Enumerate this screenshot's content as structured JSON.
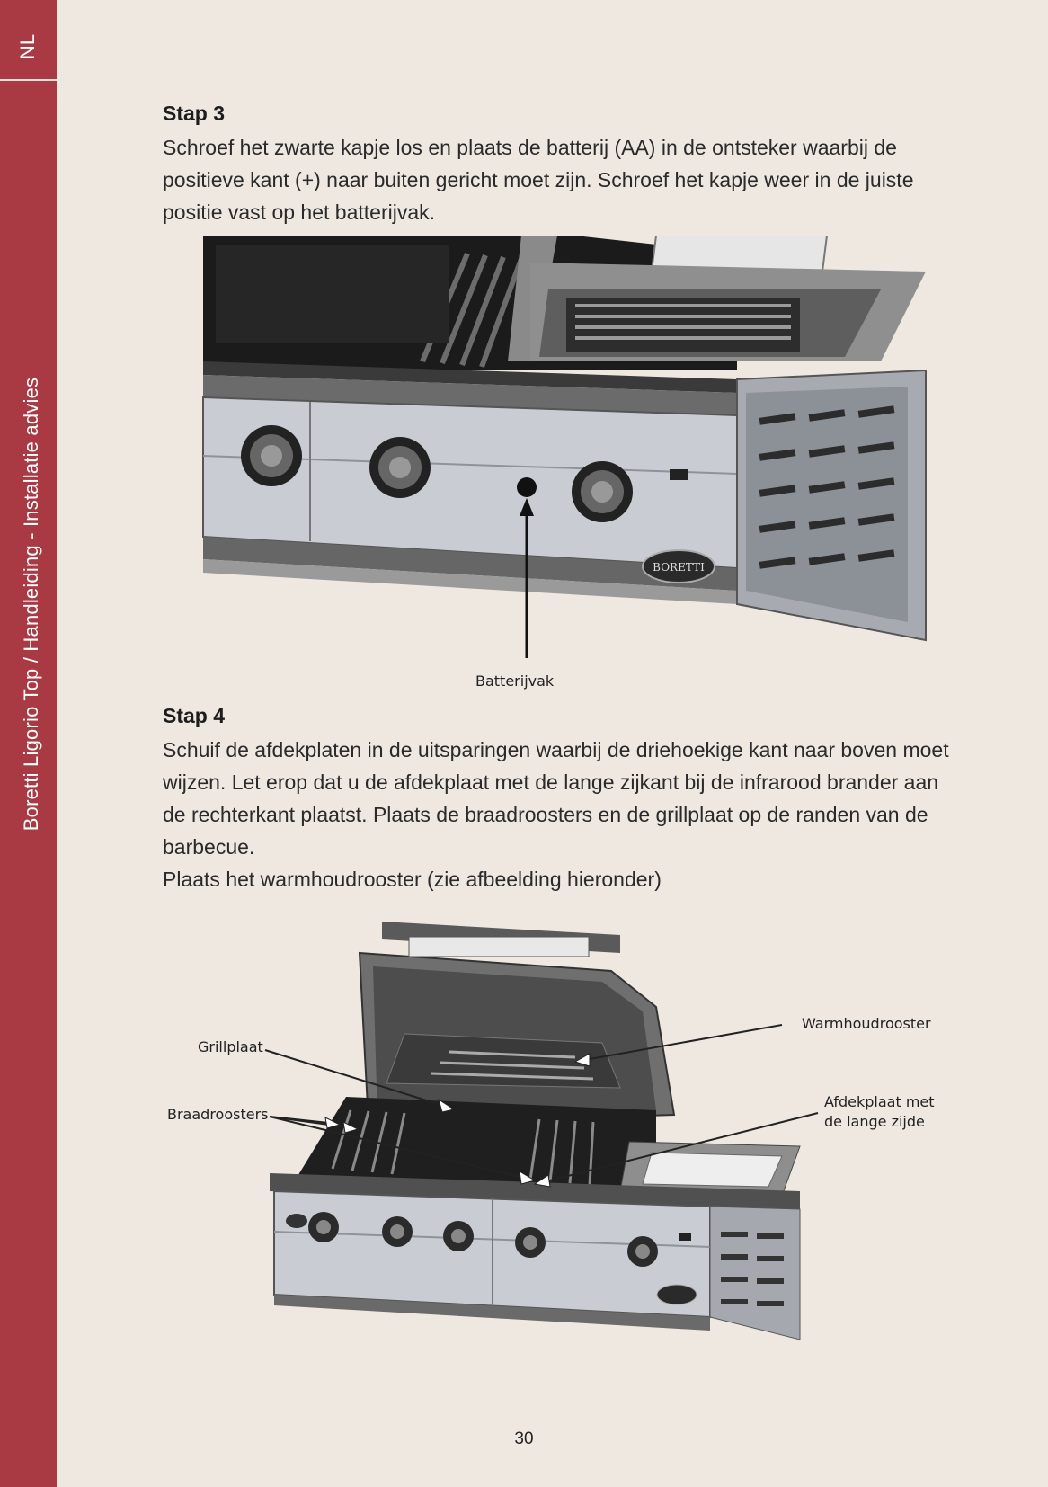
{
  "sidebar": {
    "language": "NL",
    "document_title": "Boretti Ligorio Top / Handleiding - Installatie advies"
  },
  "step3": {
    "heading": "Stap 3",
    "text": "Schroef het zwarte kapje los en plaats de batterij (AA) in de ontsteker waarbij de positieve kant (+) naar buiten gericht moet zijn. Schroef het kapje weer in de juiste positie vast op het batterijvak.",
    "callout": "Batterijvak"
  },
  "step4": {
    "heading": "Stap 4",
    "text": "Schuif de afdekplaten in de uitsparingen waarbij de driehoekige kant naar boven moet wijzen. Let erop dat u de afdekplaat met de lange zijkant bij de infrarood brander aan de rechterkant plaatst. Plaats de braadroosters en de grillplaat op de randen van de barbecue.\nPlaats het warmhoudrooster (zie afbeelding hieronder)",
    "callouts": {
      "grillplaat": "Grillplaat",
      "braadroosters": "Braadroosters",
      "warmhoudrooster": "Warmhoudrooster",
      "afdekplaat": "Afdekplaat met\nde lange zijde"
    }
  },
  "page_number": "30",
  "logo_text": "BORETTI"
}
